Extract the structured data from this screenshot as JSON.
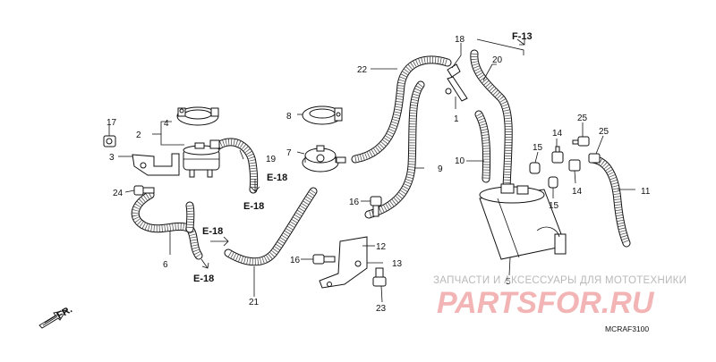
{
  "diagram": {
    "callouts": {
      "p1": "1",
      "p2": "2",
      "p3": "3",
      "p4": "4",
      "p5": "5",
      "p6": "6",
      "p7": "7",
      "p8": "8",
      "p9": "9",
      "p10": "10",
      "p11": "11",
      "p12": "12",
      "p13": "13",
      "p14a": "14",
      "p14b": "14",
      "p15a": "15",
      "p15b": "15",
      "p16a": "16",
      "p16b": "16",
      "p17": "17",
      "p18": "18",
      "p19": "19",
      "p20": "20",
      "p21": "21",
      "p22": "22",
      "p23": "23",
      "p24": "24",
      "p25a": "25",
      "p25b": "25"
    },
    "references": {
      "f13": "F-13",
      "e18_a": "E-18",
      "e18_b": "E-18",
      "e18_c": "E-18",
      "e18_d": "E-18"
    },
    "front_marker": "FR.",
    "diagram_code": "MCRAF3100"
  },
  "watermark": {
    "tagline": "ЗАПЧАСТИ И АКСЕССУАРЫ ДЛЯ МОТОТЕХНИКИ",
    "logo": "PARTSFOR.RU",
    "color": "#e23b3b"
  }
}
